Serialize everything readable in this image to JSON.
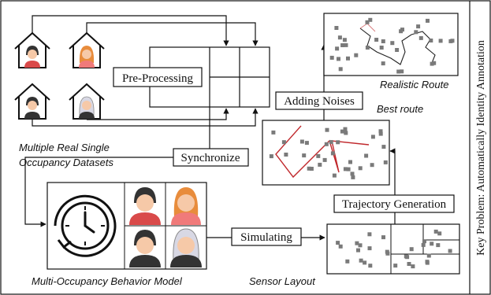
{
  "labels": {
    "pre_processing": "Pre-Processing",
    "synchronize": "Synchronize",
    "datasets_line1": "Multiple Real Single",
    "datasets_line2": "Occupancy Datasets",
    "behavior_model": "Multi-Occupancy Behavior Model",
    "simulating": "Simulating",
    "sensor_layout": "Sensor Layout",
    "trajectory_generation": "Trajectory Generation",
    "best_route": "Best route",
    "adding_noises": "Adding Noises",
    "realistic_route": "Realistic Route",
    "key_problem": "Key Problem: Automatically Identity Annotation"
  },
  "icons": [
    "house-icon",
    "person-icon",
    "clock-icon"
  ],
  "colors": {
    "route_red": "#c0282c",
    "route_black": "#222222",
    "sensor_gray": "#7a7a7a",
    "skin": "#f6c9a8",
    "hair_dark": "#333333",
    "hair_orange": "#e88c3c",
    "shirt_red": "#d94a4a",
    "shirt_pink": "#f07a7a"
  }
}
